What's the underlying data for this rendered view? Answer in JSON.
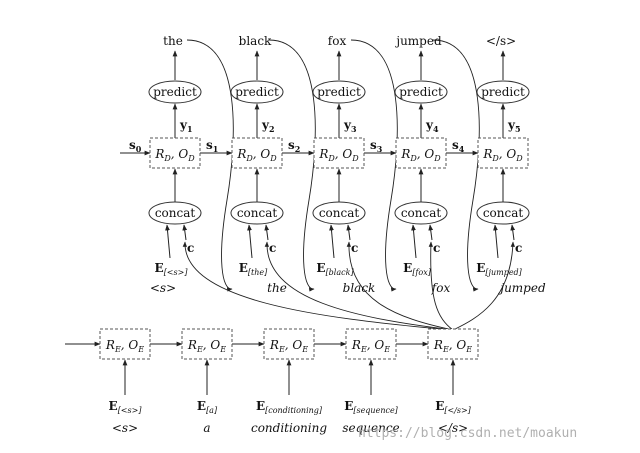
{
  "decoder": {
    "outputs": [
      "the",
      "black",
      "fox",
      "jumped",
      "</s>"
    ],
    "predict_label": "predict",
    "concat_label": "concat",
    "y_labels": [
      "y",
      "y",
      "y",
      "y",
      "y"
    ],
    "y_subs": [
      "1",
      "2",
      "3",
      "4",
      "5"
    ],
    "state_labels": [
      "s",
      "s",
      "s",
      "s",
      "s"
    ],
    "state_subs": [
      "0",
      "1",
      "2",
      "3",
      "4"
    ],
    "cell_main": "R",
    "cell_sub1": "D",
    "cell_mid": ", O",
    "cell_sub2": "D",
    "c_label": "c",
    "emb_main": "E",
    "emb_subs": [
      "[<s>]",
      "[the]",
      "[black]",
      "[fox]",
      "[jumped]"
    ],
    "inputs": [
      "<s>",
      "the",
      "black",
      "fox",
      "jumped"
    ]
  },
  "encoder": {
    "cell_main": "R",
    "cell_sub1": "E",
    "cell_mid": ", O",
    "cell_sub2": "E",
    "emb_main": "E",
    "emb_subs": [
      "[<s>]",
      "[a]",
      "[conditioning]",
      "[sequence]",
      "[</s>]"
    ],
    "inputs": [
      "<s>",
      "a",
      "conditioning",
      "sequence",
      "</s>"
    ]
  },
  "watermark": "https://blog.csdn.net/moakun"
}
